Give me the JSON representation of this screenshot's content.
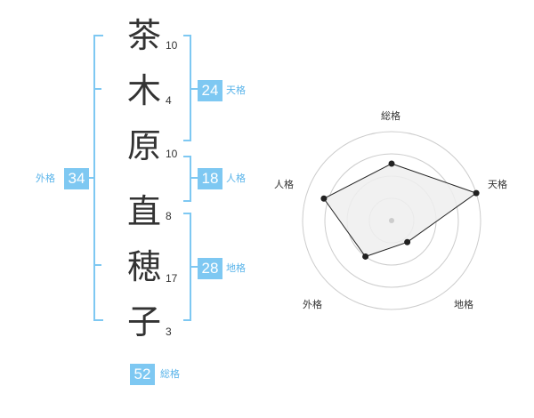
{
  "name": {
    "characters": [
      {
        "char": "茶",
        "strokes": "10"
      },
      {
        "char": "木",
        "strokes": "4"
      },
      {
        "char": "原",
        "strokes": "10"
      },
      {
        "char": "直",
        "strokes": "8"
      },
      {
        "char": "穂",
        "strokes": "17"
      },
      {
        "char": "子",
        "strokes": "3"
      }
    ]
  },
  "fortune": {
    "tenkaku": {
      "value": "24",
      "label": "天格"
    },
    "jinkaku": {
      "value": "18",
      "label": "人格"
    },
    "chikaku": {
      "value": "28",
      "label": "地格"
    },
    "gaikaku": {
      "value": "34",
      "label": "外格"
    },
    "soukaku": {
      "value": "52",
      "label": "総格"
    }
  },
  "radar": {
    "labels": {
      "top": "総格",
      "right": "天格",
      "bottom_right": "地格",
      "bottom_left": "外格",
      "left": "人格"
    },
    "levels": {
      "soukaku": 0.64,
      "tenkaku": 1.0,
      "chikaku": 0.3,
      "gaikaku": 0.5,
      "jinkaku": 0.8
    },
    "level_count": 4
  },
  "colors": {
    "badge": "#7ec8f2",
    "label": "#5ab4ea",
    "bracket": "#7ec8f2",
    "text": "#333333",
    "grid": "#cccccc",
    "fill": "#eeeeee",
    "line": "#222222"
  }
}
